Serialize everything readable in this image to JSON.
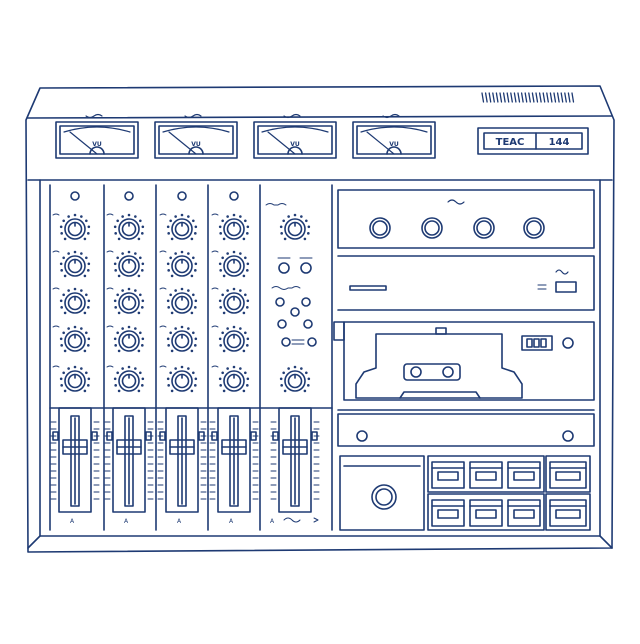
{
  "colors": {
    "ink": "#1e3a73",
    "background": "#ffffff"
  },
  "brand": {
    "logo": "TEAC",
    "model": "144"
  },
  "meters": [
    {
      "label": "VU"
    },
    {
      "label": "VU"
    },
    {
      "label": "VU"
    },
    {
      "label": "VU"
    }
  ],
  "channels": [
    {
      "fader_label": "A"
    },
    {
      "fader_label": "A"
    },
    {
      "fader_label": "A"
    },
    {
      "fader_label": "A"
    }
  ],
  "master": {
    "fader_label": "A"
  },
  "icons": [
    "vu-meter-icon",
    "rotary-knob-icon",
    "fader-icon",
    "cassette-icon",
    "tape-counter-icon",
    "transport-key-icon"
  ]
}
